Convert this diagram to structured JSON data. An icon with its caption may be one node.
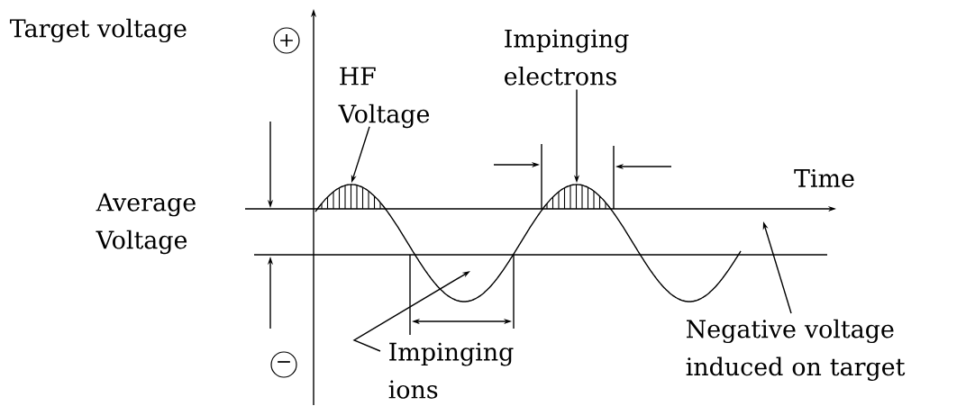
{
  "diagram": {
    "nodes": [
      {
        "text": [
          "HF Voltage"
        ]
      },
      {
        "text": [
          "Impinging electrons"
        ]
      },
      {
        "text": [],
        "shape": "picture"
      },
      {
        "text": [],
        "shape": "picture"
      },
      {
        "text": [
          "Impinging ions"
        ]
      },
      {
        "text": [
          "Negative voltage induced on target"
        ]
      }
    ],
    "edges": [
      {
        "from": 0,
        "to": 2,
        "arrow": "to"
      },
      {
        "from": 1,
        "to": 3,
        "arrow": "to"
      },
      {
        "from": 4,
        "to": null,
        "arrow": "to"
      },
      {
        "from": 5,
        "to": null,
        "arrow": "to"
      }
    ],
    "labels": [
      "Target voltage",
      "+",
      "Time",
      "Average Voltage",
      "−"
    ]
  }
}
